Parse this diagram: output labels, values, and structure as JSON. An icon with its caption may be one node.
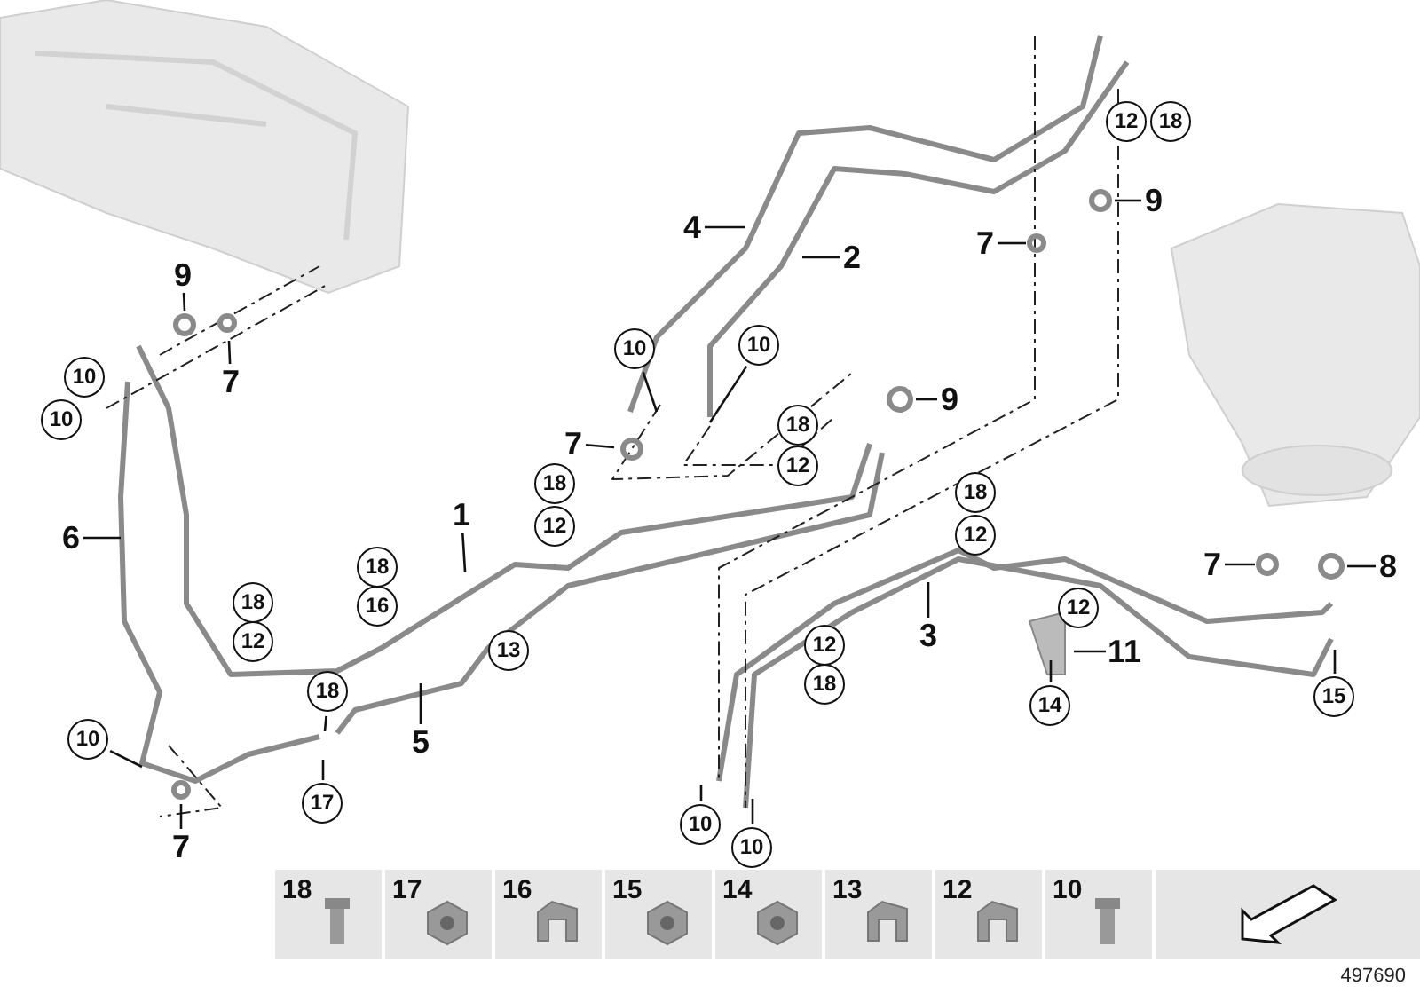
{
  "diagram": {
    "nodes": [
      {
        "text": [
          "9"
        ]
      },
      {
        "text": [
          "7"
        ]
      },
      {
        "text": [
          "6"
        ]
      },
      {
        "text": [
          "4"
        ]
      },
      {
        "text": [
          "2"
        ]
      },
      {
        "text": [
          "10"
        ]
      },
      {
        "text": [
          "10"
        ]
      },
      {
        "text": [
          "7"
        ]
      },
      {
        "text": [
          "9"
        ]
      },
      {
        "text": [
          "7"
        ]
      },
      {
        "text": [
          "9"
        ]
      },
      {
        "text": [
          "1"
        ]
      },
      {
        "text": [
          "5"
        ]
      },
      {
        "text": [
          "17"
        ]
      },
      {
        "text": [
          "18"
        ]
      },
      {
        "text": [
          "10"
        ]
      },
      {
        "text": [
          "7"
        ]
      },
      {
        "text": [
          "3"
        ]
      },
      {
        "text": [
          "11"
        ]
      },
      {
        "text": [
          "14"
        ]
      },
      {
        "text": [
          "7"
        ]
      },
      {
        "text": [
          "8"
        ]
      },
      {
        "text": [
          "15"
        ]
      },
      {
        "text": [
          "10"
        ]
      },
      {
        "text": [
          "10"
        ]
      },
      {
        "text": [
          "12"
        ]
      },
      {
        "text": [
          "18"
        ]
      },
      {
        "text": [
          "10"
        ]
      },
      {
        "text": [
          "10"
        ]
      },
      {
        "text": [
          "18"
        ]
      },
      {
        "text": [
          "12"
        ]
      },
      {
        "text": [
          "18"
        ]
      },
      {
        "text": [
          "18"
        ]
      },
      {
        "text": [
          "12"
        ]
      },
      {
        "text": [
          "12"
        ]
      },
      {
        "text": [
          "18"
        ]
      },
      {
        "text": [
          "18"
        ]
      },
      {
        "text": [
          "16"
        ]
      },
      {
        "text": [
          "12"
        ]
      },
      {
        "text": [
          "12"
        ]
      },
      {
        "text": [
          "12"
        ]
      },
      {
        "text": [
          "13"
        ]
      },
      {
        "text": [
          "18"
        ]
      }
    ],
    "edges": [
      {
        "from": 0,
        "to": null,
        "arrow": "none"
      },
      {
        "from": 1,
        "to": null,
        "arrow": "none"
      },
      {
        "from": 2,
        "to": null,
        "arrow": "none"
      },
      {
        "from": 3,
        "to": null,
        "arrow": "none"
      },
      {
        "from": 4,
        "to": null,
        "arrow": "none"
      },
      {
        "from": 5,
        "to": null,
        "arrow": "none"
      },
      {
        "from": 6,
        "to": null,
        "arrow": "none"
      },
      {
        "from": 7,
        "to": null,
        "arrow": "none"
      },
      {
        "from": 8,
        "to": null,
        "arrow": "none"
      },
      {
        "from": 9,
        "to": null,
        "arrow": "none"
      },
      {
        "from": 10,
        "to": null,
        "arrow": "none"
      },
      {
        "from": 11,
        "to": null,
        "arrow": "none"
      },
      {
        "from": 12,
        "to": null,
        "arrow": "none"
      },
      {
        "from": 13,
        "to": null,
        "arrow": "none"
      },
      {
        "from": 14,
        "to": null,
        "arrow": "none"
      },
      {
        "from": 15,
        "to": null,
        "arrow": "none"
      },
      {
        "from": 16,
        "to": null,
        "arrow": "none"
      },
      {
        "from": 17,
        "to": null,
        "arrow": "none"
      },
      {
        "from": 18,
        "to": null,
        "arrow": "none"
      },
      {
        "from": 19,
        "to": null,
        "arrow": "none"
      },
      {
        "from": 20,
        "to": null,
        "arrow": "none"
      },
      {
        "from": 21,
        "to": null,
        "arrow": "none"
      },
      {
        "from": 22,
        "to": null,
        "arrow": "none"
      },
      {
        "from": 23,
        "to": null,
        "arrow": "none"
      },
      {
        "from": 24,
        "to": null,
        "arrow": "none"
      }
    ],
    "labels": [
      "18",
      "17",
      "16",
      "15",
      "14",
      "13",
      "12",
      "10",
      "497690"
    ]
  }
}
